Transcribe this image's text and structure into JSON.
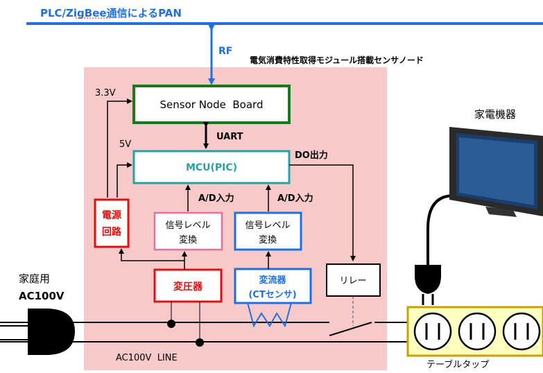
{
  "network": {
    "label": "PLC/ZigBee通信によるPAN",
    "rf_label": "RF",
    "color": "#1f6fe0"
  },
  "sensor_node": {
    "title": "電気消費特性取得モジュール搭載センサノード",
    "background": "#f7c9c9"
  },
  "boards": {
    "sensor_board": "Sensor Node  Board",
    "uart": "UART",
    "mcu": "MCU(PIC)",
    "do_output": "DO出力",
    "v33": "3.3V",
    "v5": "5V",
    "ad_left": "A/D入力",
    "ad_right": "A/D入力"
  },
  "blocks": {
    "power_circuit": [
      "電源",
      "回路"
    ],
    "level_left": [
      "信号レベル",
      "変換"
    ],
    "level_right": [
      "信号レベル",
      "変換"
    ],
    "transformer": "変圧器",
    "ct": [
      "変流器",
      "(CTセンサ)"
    ],
    "relay": "リレー"
  },
  "supply": {
    "household": "家庭用",
    "ac": "AC100V",
    "line": "AC100V  LINE"
  },
  "appliance": {
    "label": "家電機器",
    "tap": "テーブルタップ"
  },
  "colors": {
    "green": "#1a7a1a",
    "teal": "#2aa0a0",
    "red": "#e01010",
    "pink": "#e070a0",
    "blue": "#1f6fe0",
    "tap_fill": "#ffffc0",
    "tap_border": "#c8a000"
  }
}
